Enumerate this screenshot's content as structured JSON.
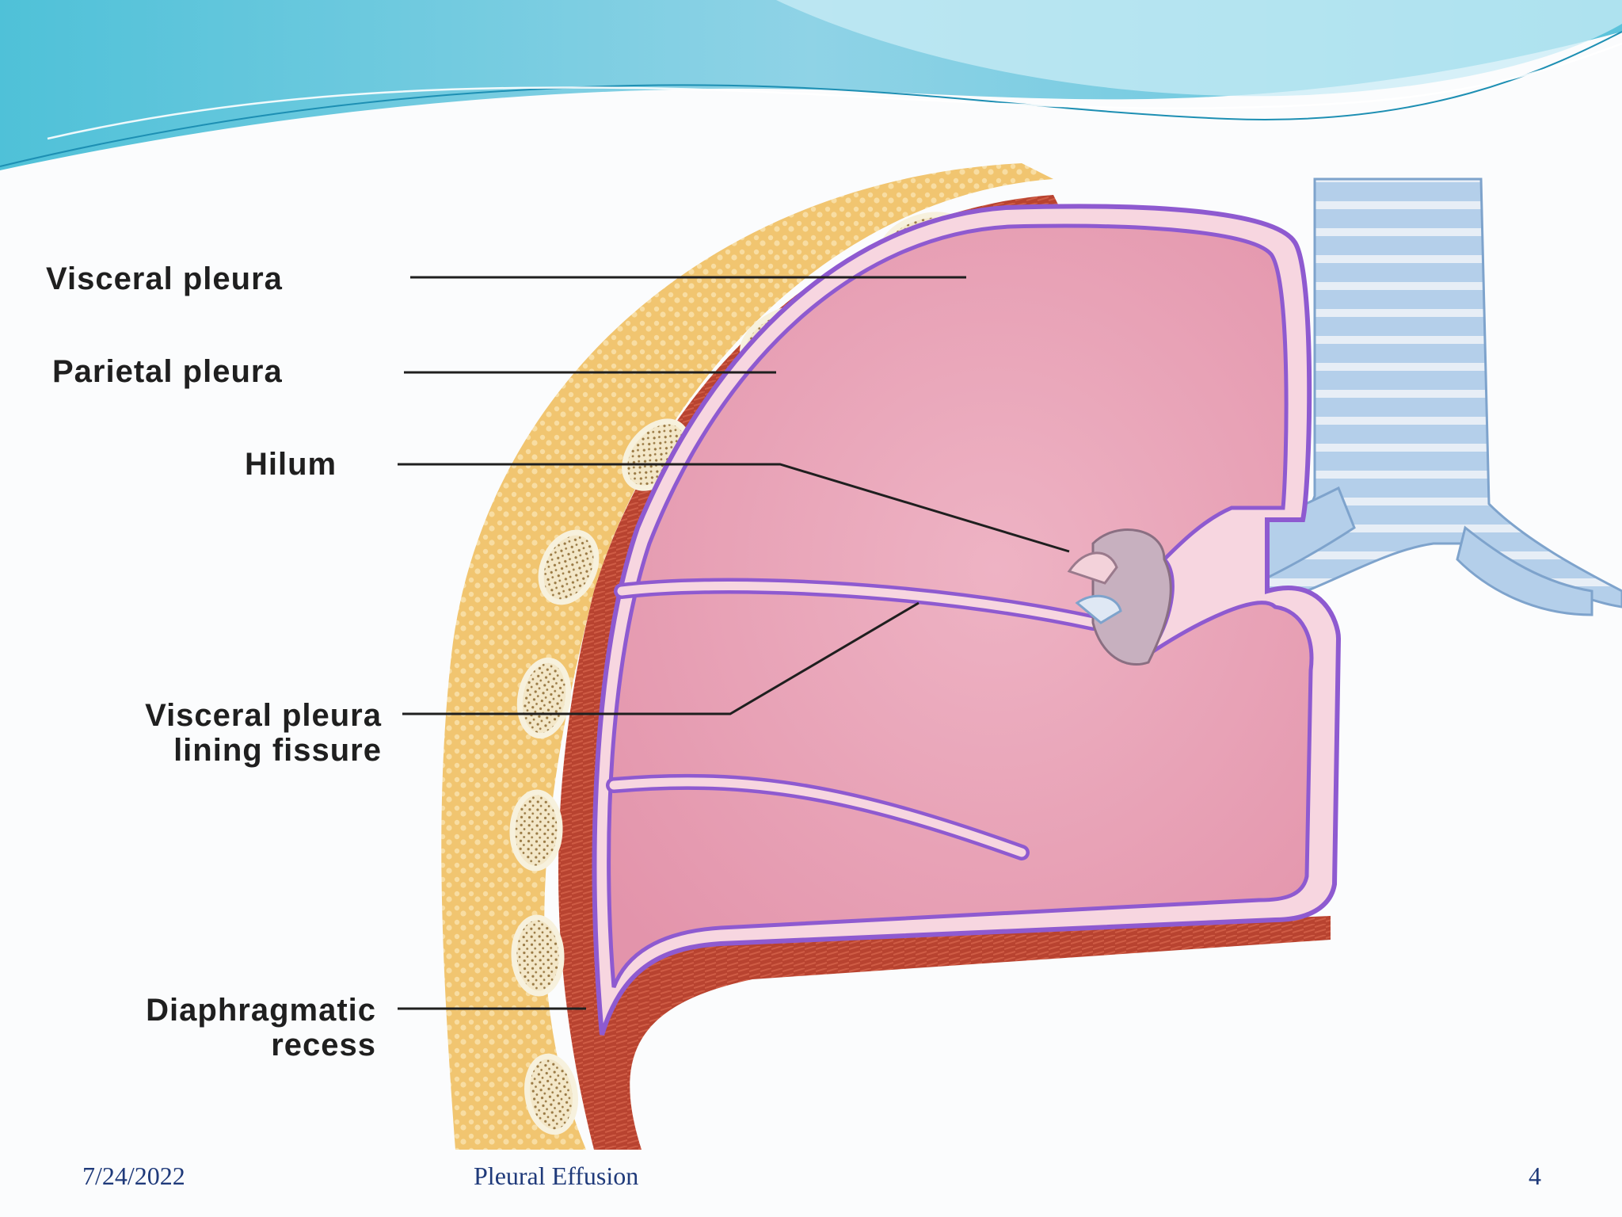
{
  "slide": {
    "labels": {
      "visceral_pleura": "Visceral pleura",
      "parietal_pleura": "Parietal pleura",
      "hilum": "Hilum",
      "fissure_line1": "Visceral pleura",
      "fissure_line2": "lining fissure",
      "recess_line1": "Diaphragmatic",
      "recess_line2": "recess"
    },
    "footer": {
      "date": "7/24/2022",
      "title": "Pleural Effusion",
      "page": "4"
    }
  },
  "colors": {
    "lung": "#e8a1b4",
    "pleura_purple": "#8e5ad0",
    "pleura_pink": "#f7d6e0",
    "muscle": "#b9422c",
    "fat": "#efc06a",
    "trachea": "#aecbe8",
    "banner": "#5ec6df"
  }
}
